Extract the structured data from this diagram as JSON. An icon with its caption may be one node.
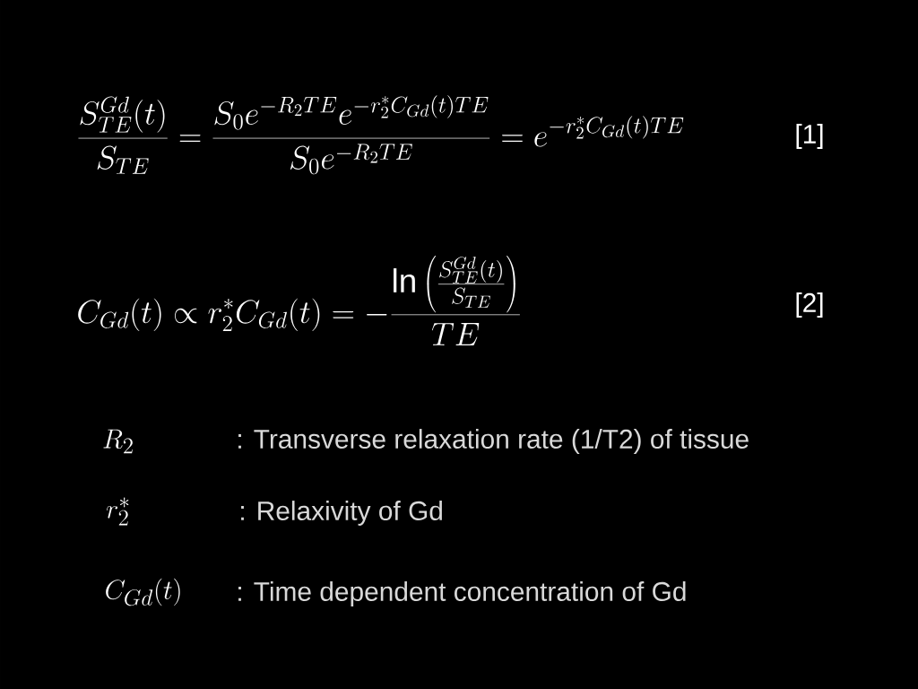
{
  "diagram": {
    "labels": [
      "\\frac{S_{TE}^{Gd}(t)}{S_{TE}}=\\frac{S_0e^{-R_2TE}e^{-r_2^*C_{Gd}(t)TE}}{S_0e^{-R_2TE}}=e^{-r_2^*C_{Gd}(t)TE}",
      "[1]",
      "C_{Gd}(t)\\propto r_2^*C_{Gd}(t)=-\\frac{\\ln\\left(\\frac{S_{TE}^{Gd}(t)}{S_{TE}}\\right)}{TE}",
      "[2]",
      "R_2",
      ": Transverse relaxation rate (1/T2) of tissue",
      "r_2^*",
      ": Relaxivity of Gd",
      "C_{Gd}(t)",
      ": Time dependent concentration of Gd"
    ]
  }
}
